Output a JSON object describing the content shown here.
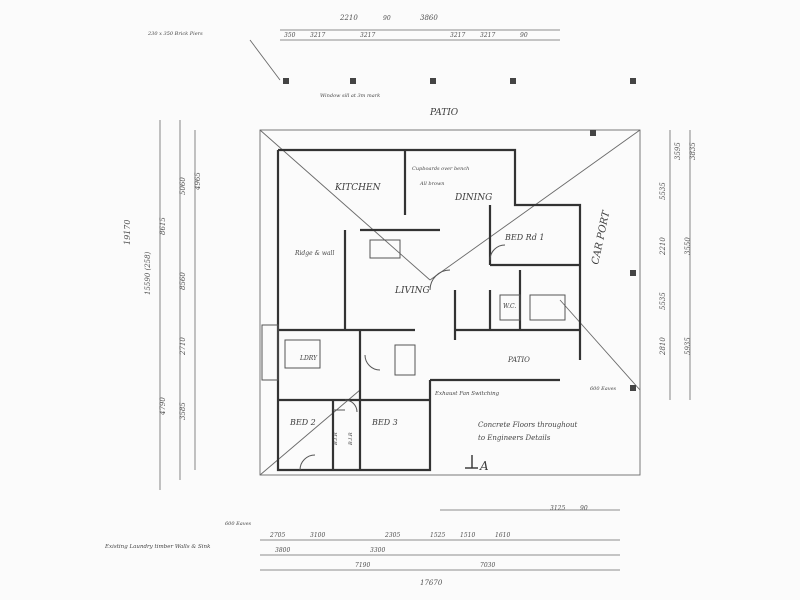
{
  "rooms": {
    "patio_top": "PATIO",
    "kitchen": "KITCHEN",
    "dining": "DINING",
    "bed1": "BED Rd 1",
    "car_port": "CAR PORT",
    "living": "LIVING",
    "patio_bottom": "PATIO",
    "bed2": "BED 2",
    "bed3": "BED 3",
    "wc": "W.C.",
    "ldry": "LDRY",
    "bir1": "B.I.R",
    "bir2": "B.I.R"
  },
  "notes": {
    "top_brick": "230 x 350 Brick Piers",
    "window_sill": "Window sill at 3m mark",
    "kitchen_note": "Cupboards over bench",
    "all_brown": "All brown",
    "ridge_wall": "Ridge & wall",
    "exhaust": "Exhaust Fan Switching",
    "concrete_1": "Concrete Floors throughout",
    "concrete_2": "to Engineers Details",
    "section_marker": "A",
    "bottom_left": "Existing Laundry timber Walls & Sink",
    "eaves_left": "600 Eaves",
    "eaves_bottom": "600 Eaves"
  },
  "dimensions": {
    "top": [
      "2210",
      "90",
      "3860",
      "350",
      "3217",
      "3217",
      "3217",
      "3217",
      "90"
    ],
    "left": [
      "19170",
      "15590 (258)",
      "8615",
      "5060",
      "4965",
      "8560",
      "2710",
      "3585",
      "4790"
    ],
    "right": [
      "3595",
      "3835",
      "5535",
      "2210",
      "3550",
      "5535",
      "2810",
      "5935"
    ],
    "bottom": [
      "2705",
      "3100",
      "2305",
      "1525",
      "1510",
      "1610",
      "3125",
      "90",
      "3800",
      "3300",
      "7190",
      "7030",
      "17670"
    ]
  },
  "colors": {
    "pencil": "#3a3a3a",
    "paper": "#fbfbfb"
  }
}
